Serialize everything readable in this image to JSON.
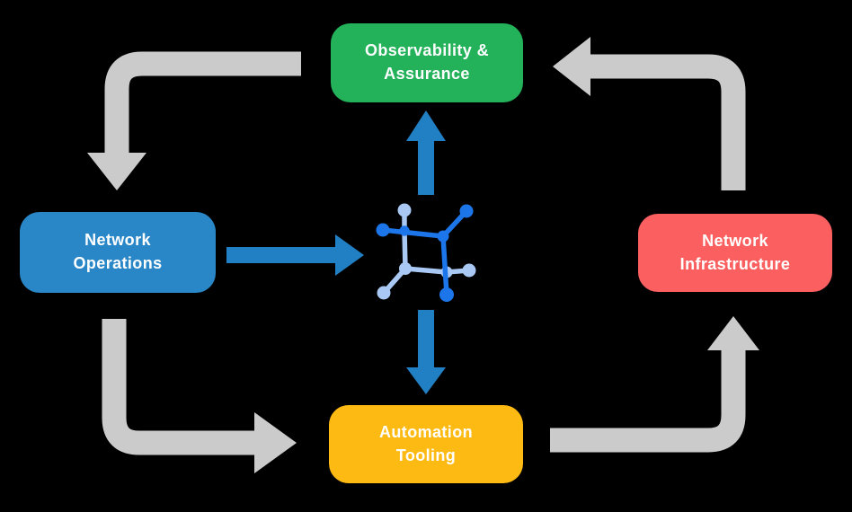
{
  "title": "Network automation lifecycle diagram",
  "colors": {
    "background": "#000000",
    "arrow_gray": "#cbcbcb",
    "arrow_blue": "#2180c4",
    "icon_dark_blue": "#1c76e9",
    "icon_light_blue": "#a9c8f3",
    "box_text": "#ffffff"
  },
  "boxes": {
    "observability": {
      "line1": "Observability &",
      "line2": "Assurance",
      "color": "#23b159"
    },
    "operations": {
      "line1": "Network",
      "line2": "Operations",
      "color": "#2986c7"
    },
    "infrastructure": {
      "line1": "Network",
      "line2": "Infrastructure",
      "color": "#fb5f5f"
    },
    "automation": {
      "line1": "Automation",
      "line2": "Tooling",
      "color": "#fdba12"
    }
  },
  "center_icon": {
    "name": "network-automation-icon"
  },
  "arrows": [
    {
      "id": "observability-to-operations",
      "style": "gray",
      "shape": "elbow-down"
    },
    {
      "id": "operations-to-automation",
      "style": "gray",
      "shape": "elbow-right"
    },
    {
      "id": "automation-to-infrastructure",
      "style": "gray",
      "shape": "elbow-up"
    },
    {
      "id": "infrastructure-to-observability",
      "style": "gray",
      "shape": "elbow-left"
    },
    {
      "id": "operations-to-center",
      "style": "blue",
      "shape": "straight-right"
    },
    {
      "id": "center-to-observability",
      "style": "blue",
      "shape": "straight-up"
    },
    {
      "id": "center-to-automation",
      "style": "blue",
      "shape": "straight-down"
    }
  ]
}
